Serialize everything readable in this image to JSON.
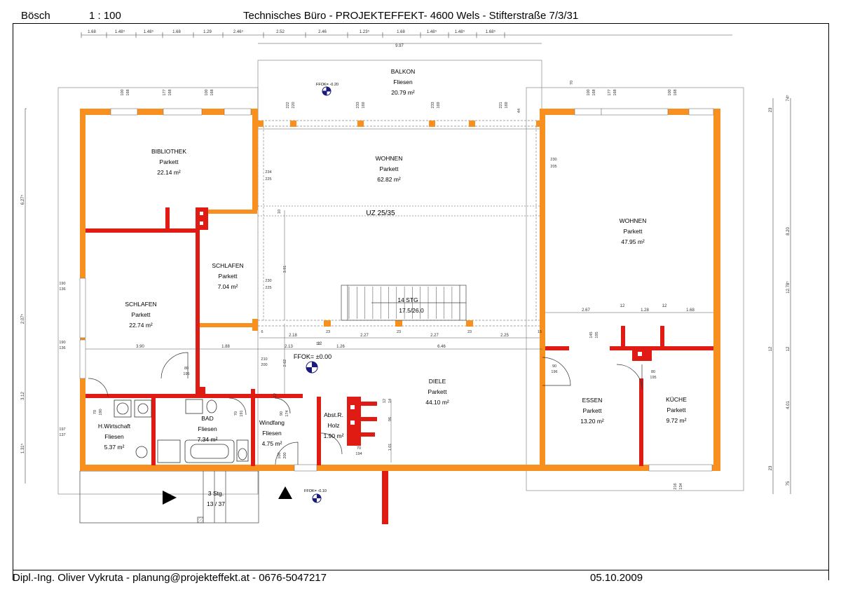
{
  "header": {
    "author": "Bösch",
    "scale": "1 : 100",
    "office": "Technisches Büro - PROJEKTEFFEKT- 4600 Wels - Stifterstraße 7/3/31"
  },
  "footer": {
    "engineer": "Dipl.-Ing. Oliver Vykruta - planung@projekteffekt.at - 0676-5047217",
    "date": "05.10.2009"
  },
  "colors": {
    "wall_outer": "#F7901E",
    "wall_inner": "#E01B14",
    "line": "#000000",
    "dim": "#555555"
  },
  "rooms": [
    {
      "name": "BALKON",
      "floor": "Fliesen",
      "area": "20.79 m²"
    },
    {
      "name": "BIBLIOTHEK",
      "floor": "Parkett",
      "area": "22.14 m²"
    },
    {
      "name": "WOHNEN",
      "floor": "Parkett",
      "area": "62.82 m²"
    },
    {
      "name": "WOHNEN",
      "floor": "Parkett",
      "area": "47.95 m²"
    },
    {
      "name": "SCHLAFEN",
      "floor": "Parkett",
      "area": "7.04 m²"
    },
    {
      "name": "SCHLAFEN",
      "floor": "Parkett",
      "area": "22.74 m²"
    },
    {
      "name": "DIELE",
      "floor": "Parkett",
      "area": "44.10 m²"
    },
    {
      "name": "ESSEN",
      "floor": "Parkett",
      "area": "13.20 m²"
    },
    {
      "name": "KÜCHE",
      "floor": "Parkett",
      "area": "9.72 m²"
    },
    {
      "name": "BAD",
      "floor": "Fliesen",
      "area": "7.34 m²"
    },
    {
      "name": "H.Wirtschaft",
      "floor": "Fliesen",
      "area": "5.37 m²"
    },
    {
      "name": "Windfang",
      "floor": "Fliesen",
      "area": "4.75 m²"
    },
    {
      "name": "Abst.R.",
      "floor": "Holz",
      "area": "1.90 m²"
    }
  ],
  "labels": {
    "beam": "UZ 25/35",
    "stair": "14 STG",
    "stair_ratio": "17.5/26.0",
    "entry_steps": "3 Stg.",
    "entry_ratio": "13 / 37",
    "ffok_main": "FFOK= ±0.00",
    "ffok_balkon": "FFOK= -0.20",
    "ffok_entry": "FFOK= -0.10"
  },
  "dims_top": [
    "1.68",
    "1.48⁵",
    "1.48⁵",
    "1.68",
    "1.29",
    "2.46⁵",
    "2.52",
    "2.46",
    "1.23⁵",
    "1.68",
    "1.48⁵",
    "1.48⁵",
    "1.68⁵"
  ],
  "dim_balkon": "9.97",
  "dims_left": [
    "6.27⁵",
    "2.07⁵",
    "3.12",
    "1.31⁵"
  ],
  "dims_right": [
    "74⁵",
    "8.20",
    "12.78⁵",
    "12",
    "4.01",
    "75"
  ],
  "dims_right_small": [
    "23",
    "12",
    "23"
  ],
  "dims_inner": [
    "3.90",
    "1.88",
    "2.13",
    "1.26",
    "6.46",
    "2.18",
    "2.27",
    "2.27",
    "2.25",
    "2.67",
    "1.28",
    "1.68",
    "12",
    "12",
    "12"
  ],
  "door_window_marks": [
    "100",
    "168",
    "177",
    "168",
    "100",
    "168",
    "222",
    "220",
    "233",
    "169",
    "233",
    "169",
    "221",
    "169",
    "44",
    "70",
    "100",
    "168",
    "177",
    "168",
    "100",
    "168",
    "230",
    "205",
    "234",
    "225",
    "230",
    "225",
    "190",
    "136",
    "190",
    "136",
    "80",
    "195",
    "210",
    "200",
    "90",
    "196",
    "80",
    "195",
    "145",
    "195",
    "70",
    "190",
    "70",
    "191",
    "90",
    "174",
    "12",
    "100",
    "200",
    "70",
    "194",
    "197",
    "137",
    "216",
    "134",
    "3.91",
    "2.62",
    "12",
    "14",
    "96",
    "1.01",
    "23",
    "23",
    "23",
    "15",
    "6",
    "10",
    "12"
  ]
}
